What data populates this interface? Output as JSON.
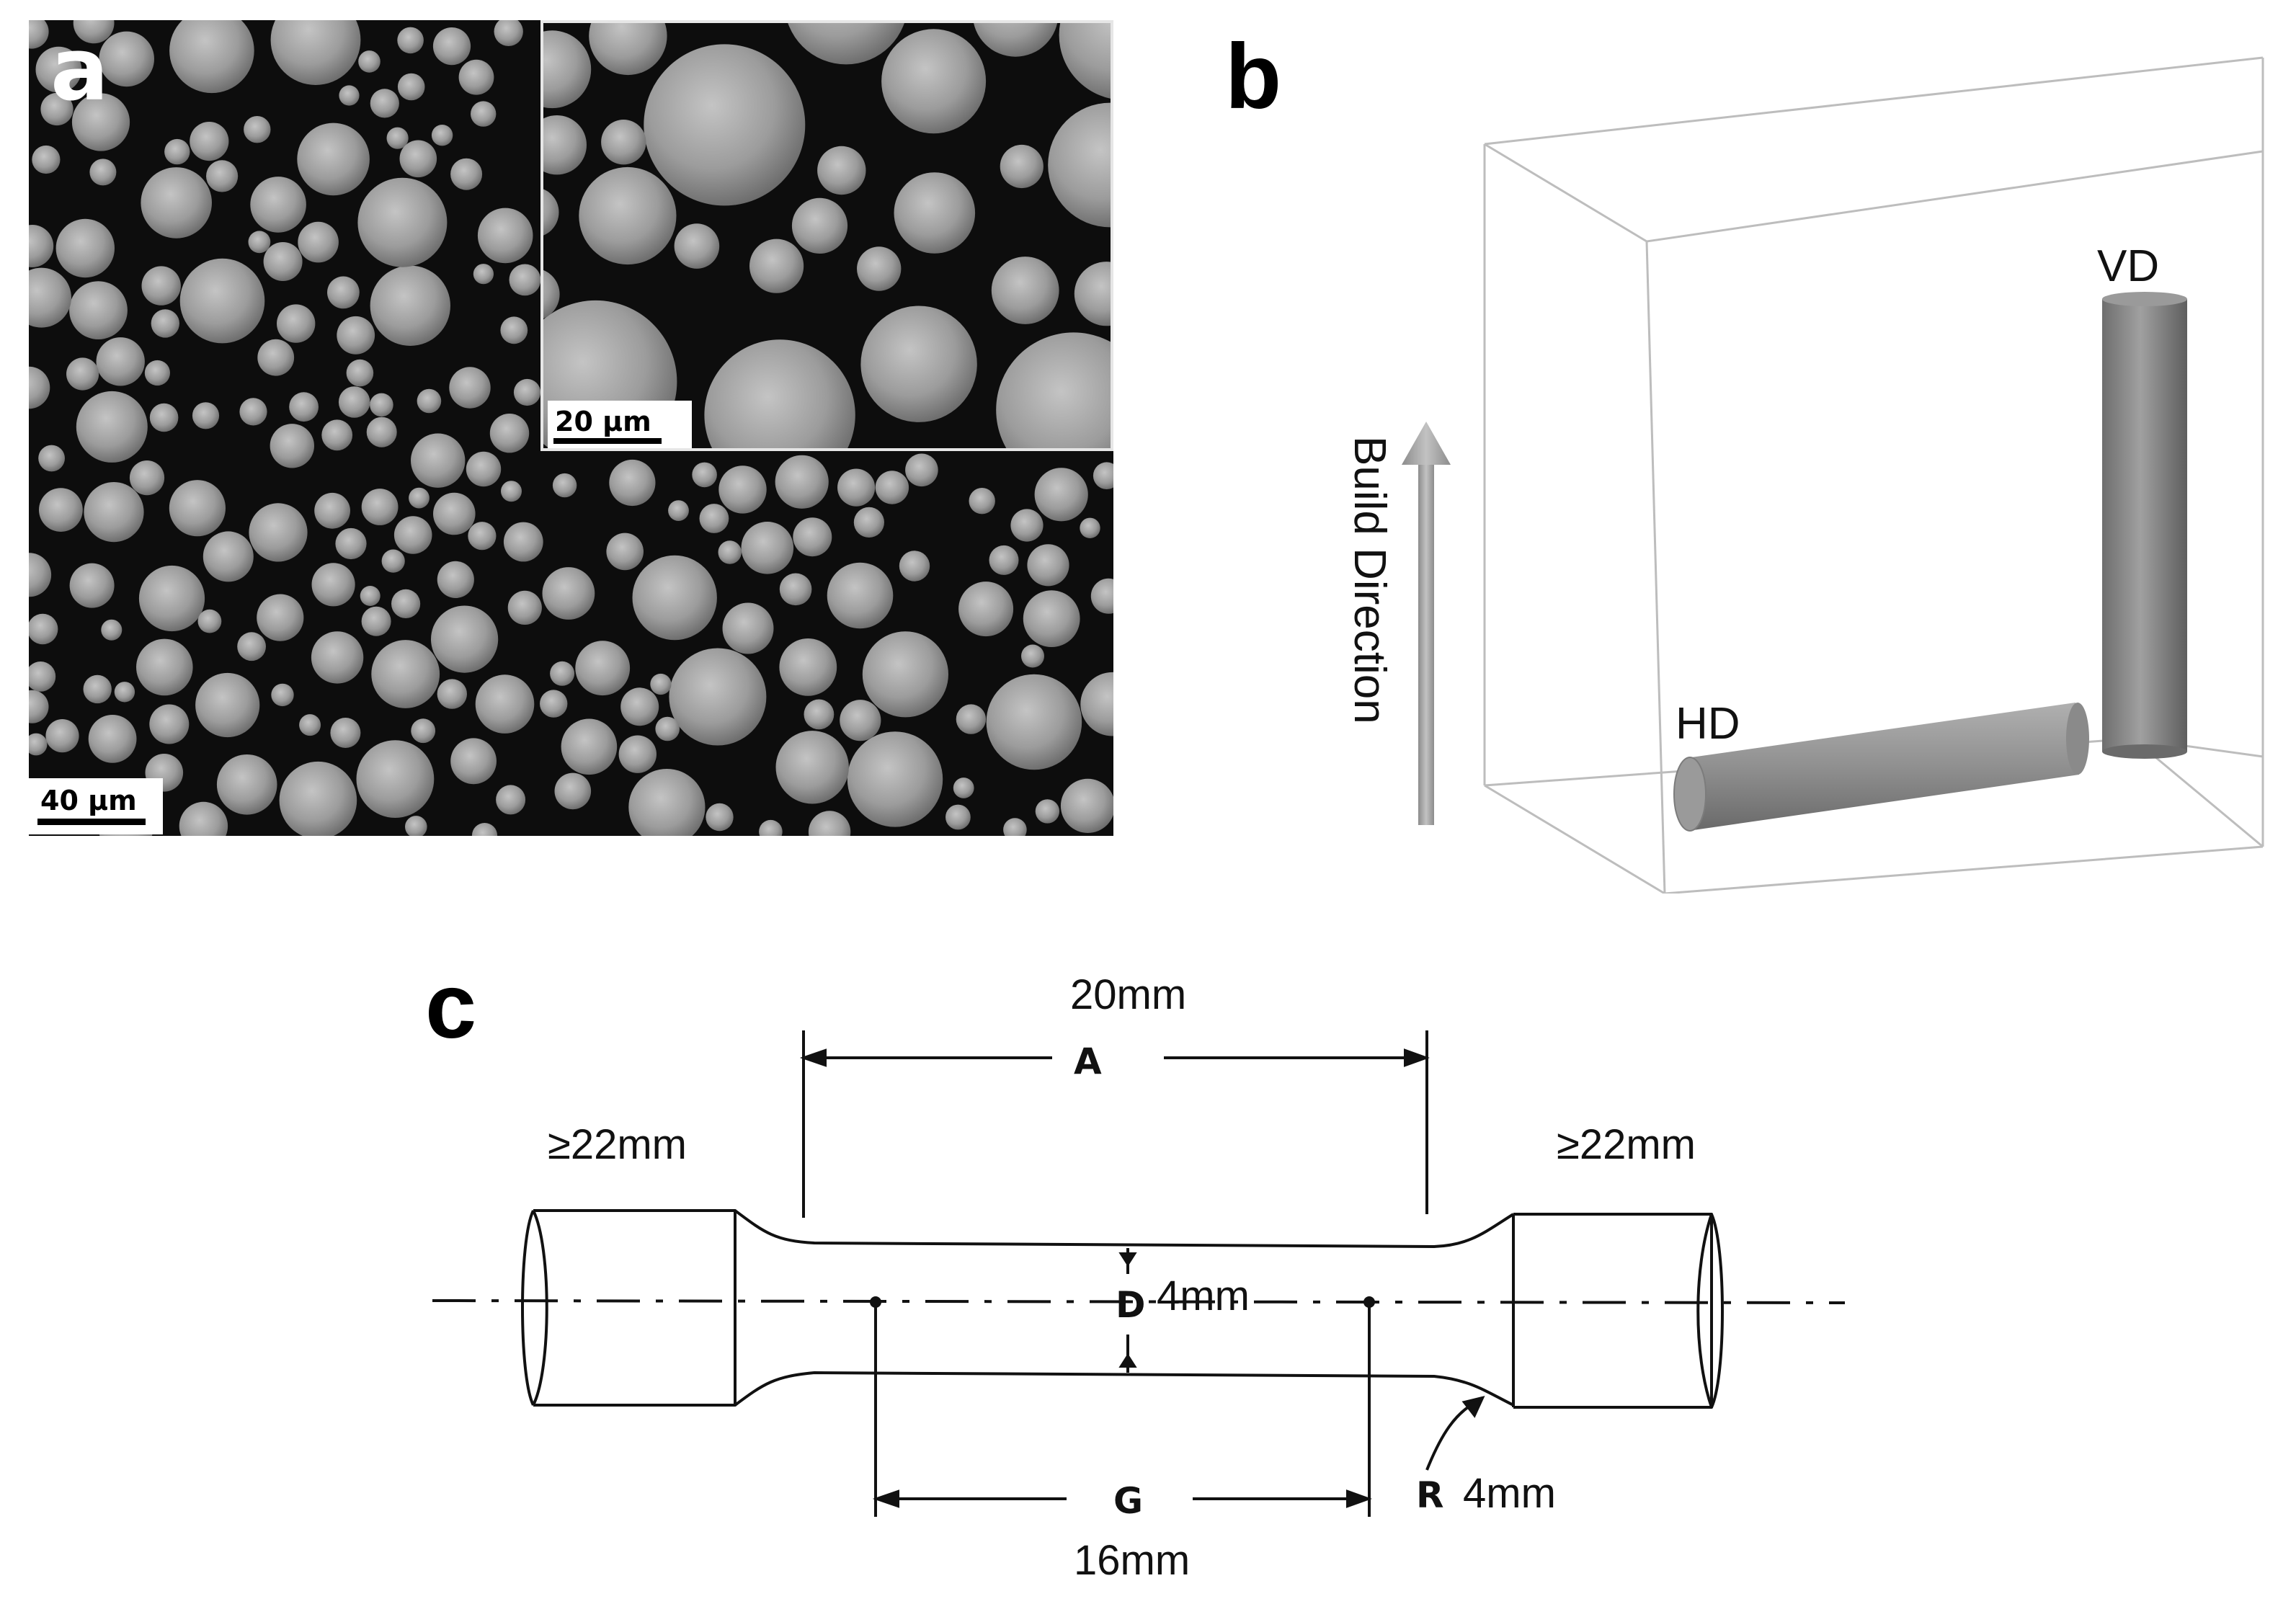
{
  "panel_a": {
    "letter": "a",
    "scale_main": "40 μm",
    "scale_inset": "20 μm"
  },
  "panel_b": {
    "letter": "b",
    "build_direction": "Build Direction",
    "vd_label": "VD",
    "hd_label": "HD"
  },
  "panel_c": {
    "letter": "c",
    "length_a": "20mm",
    "label_a": "A",
    "grip_left": "≥22mm",
    "grip_right": "≥22mm",
    "label_d": "D",
    "diameter": "4mm",
    "label_g": "G",
    "length_g": "16mm",
    "label_r": "R",
    "radius": "4mm"
  },
  "colors": {
    "sem_background": "#0d0d0d",
    "particle": "#9a9a9a",
    "cylinder": "#8c8c8c",
    "arrow": "#a8a8a8",
    "box_edge": "#b8b8b8"
  }
}
